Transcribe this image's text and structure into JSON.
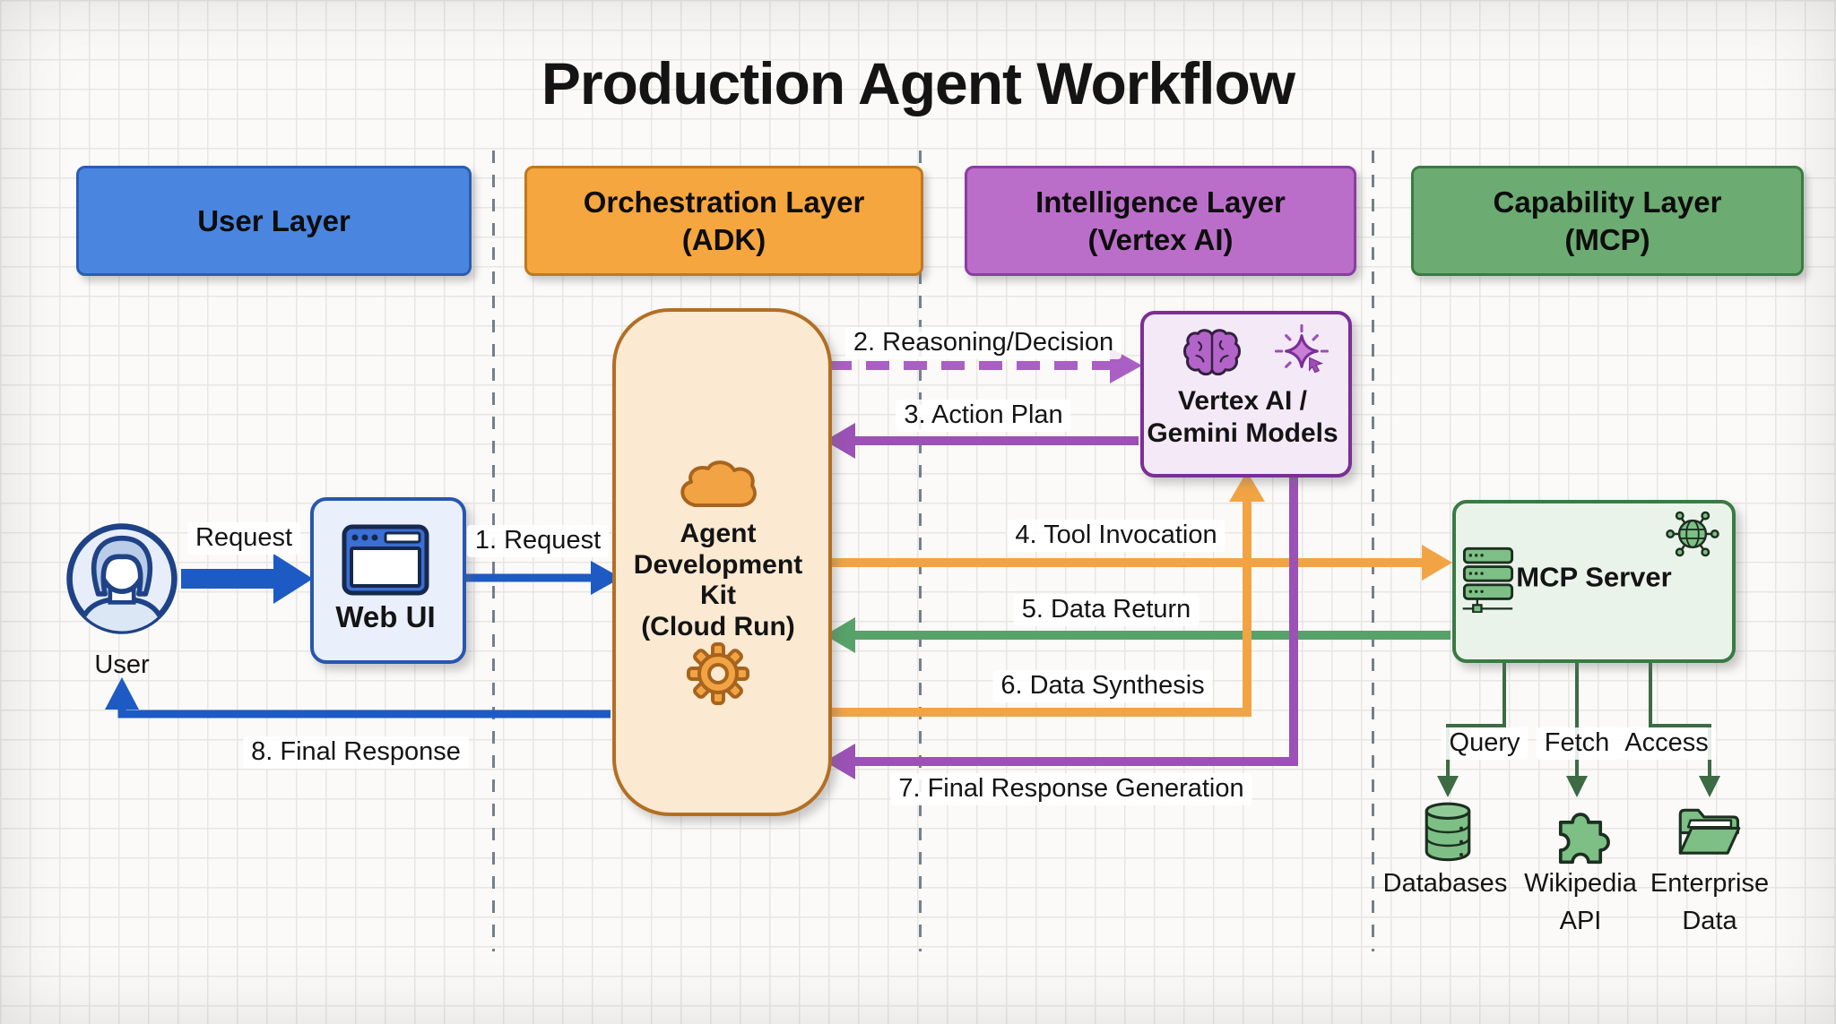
{
  "title": "Production Agent Workflow",
  "layers": [
    {
      "label": "User Layer",
      "fill": "#4a86e0",
      "border": "#2a5db0"
    },
    {
      "label": "Orchestration Layer\n(ADK)",
      "fill": "#f5a63e",
      "border": "#c0781f"
    },
    {
      "label": "Intelligence Layer\n(Vertex AI)",
      "fill": "#bb6ec9",
      "border": "#8a3da3"
    },
    {
      "label": "Capability Layer\n(MCP)",
      "fill": "#6cab72",
      "border": "#3a7a44"
    }
  ],
  "nodes": {
    "user": {
      "label": "User"
    },
    "web_ui": {
      "label": "Web UI"
    },
    "adk": {
      "label": "Agent\nDevelopment\nKit\n(Cloud Run)"
    },
    "vertex_ai": {
      "label": "Vertex AI /\nGemini Models"
    },
    "mcp_server": {
      "label": "MCP Server"
    },
    "databases": {
      "label": "Databases"
    },
    "wikipedia_api": {
      "label": "Wikipedia\nAPI"
    },
    "enterprise_data": {
      "label": "Enterprise\nData"
    }
  },
  "edges": {
    "request": {
      "label": "Request"
    },
    "step1": {
      "label": "1. Request"
    },
    "step2": {
      "label": "2. Reasoning/Decision"
    },
    "step3": {
      "label": "3. Action Plan"
    },
    "step4": {
      "label": "4. Tool Invocation"
    },
    "step5": {
      "label": "5. Data Return"
    },
    "step6": {
      "label": "6. Data Synthesis"
    },
    "step7": {
      "label": "7. Final Response Generation"
    },
    "step8": {
      "label": "8. Final Response"
    },
    "query": {
      "label": "Query"
    },
    "fetch": {
      "label": "Fetch"
    },
    "access": {
      "label": "Access"
    }
  },
  "icons": {
    "user": "user-avatar-icon",
    "web_ui": "browser-icon",
    "adk_top": "cloud-icon",
    "adk_bottom": "gear-icon",
    "vertex_left": "brain-icon",
    "vertex_right": "sparkle-cursor-icon",
    "mcp_left": "server-stack-icon",
    "mcp_right": "network-globe-icon",
    "databases": "database-cylinder-icon",
    "wikipedia_api": "puzzle-piece-icon",
    "enterprise_data": "folder-icon"
  },
  "colors": {
    "arrow_blue": "#1d5ac4",
    "arrow_orange": "#f2a445",
    "arrow_purple_solid": "#9b51b5",
    "arrow_purple_dashed": "#a95fc4",
    "arrow_green": "#57a269",
    "connector_dark_green": "#3c6b44",
    "separator_gray": "#5c6b7a",
    "paper_background": "#fbfaf8"
  }
}
